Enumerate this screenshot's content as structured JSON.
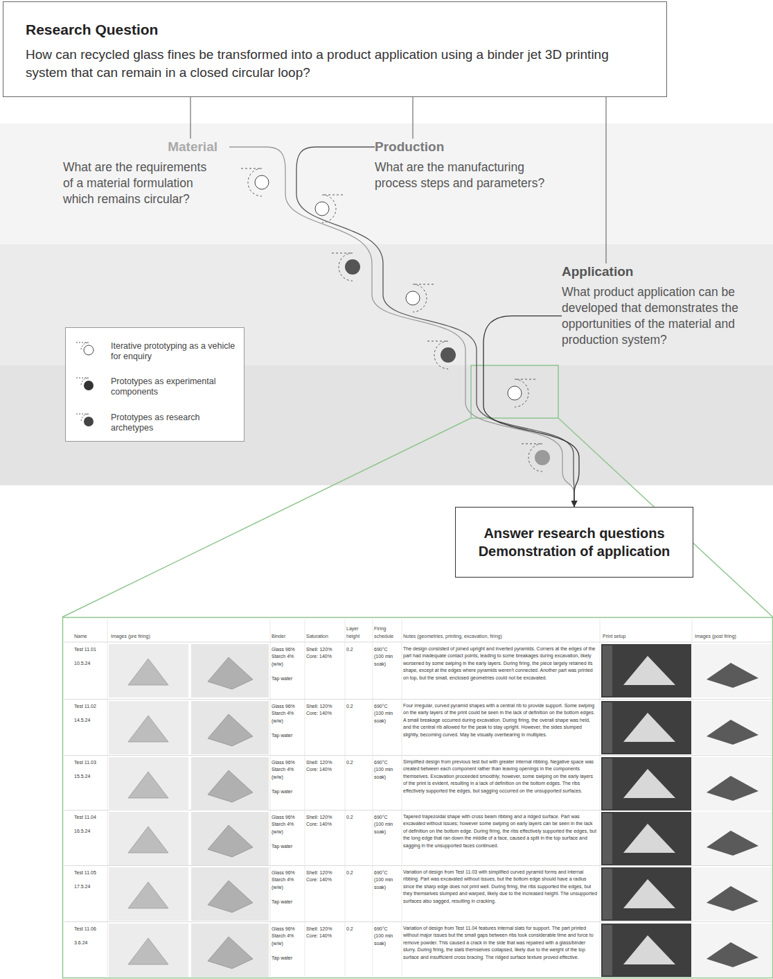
{
  "diagram": {
    "nodes": [
      {
        "text": [
          "Research Question",
          "How can recycled glass fines be transformed into a product application using a binder jet 3D printing system that can remain in a closed circular loop?"
        ]
      },
      {
        "text": [
          "Material",
          "What are the requirements of a material formulation which remains circular?"
        ]
      },
      {
        "text": [
          "Production",
          "What are the manufacturing process steps and parameters?"
        ]
      },
      {
        "text": [
          "Application",
          "What product application can be developed that demonstrates the opportunities of the material and production system?"
        ]
      },
      {
        "text": [
          "Answer research questions",
          "Demonstration of application"
        ]
      }
    ],
    "edges": [
      {
        "from": 0,
        "to": 1,
        "arrow": "none"
      },
      {
        "from": 0,
        "to": 2,
        "arrow": "none"
      },
      {
        "from": 0,
        "to": 3,
        "arrow": "none"
      },
      {
        "from": 1,
        "to": 4,
        "arrow": "to"
      },
      {
        "from": 2,
        "to": 4,
        "arrow": "to"
      },
      {
        "from": 3,
        "to": 4,
        "arrow": "to"
      }
    ],
    "labels": [
      "Name",
      "Images (pre firing)",
      "Binder",
      "Saturation",
      "Layer height",
      "Firing schedule",
      "Notes (geometries, printing, excavation, firing)",
      "Print setup",
      "Images (post firing)",
      "Test 11.01",
      "10.5.24",
      "Glass 96% Starch 4% (w/w)",
      "Tap water",
      "Shell: 120% Core: 140%",
      "0.2",
      "690°C (100 min soak)",
      "The design consisted of joined upright and inverted pyramids. Corners at the edges of the part had inadequate contact points, leading to some breakages during excavation, likely worsened by some swiping in the early layers. During firing, the piece largely retained its shape, except at the edges where pyramids weren't connected. Another part was printed on top, but the small, enclosed geometries could not be excavated.",
      "Test 11.02",
      "14.5.24",
      "Glass 96% Starch 4% (w/w)",
      "Tap water",
      "Shell: 120% Core: 140%",
      "0.2",
      "690°C (100 min soak)",
      "Four irregular, curved pyramid shapes with a central rib to provide support. Some swiping on the early layers of the print could be seen in the lack of definition on the bottom edges. A small breakage occurred during excavation. During firing, the overall shape was held, and the central rib allowed for the peak to stay upright. However, the sides slumped slightly, becoming curved. May be visually overbearing in multiples.",
      "Test 11.03",
      "15.5.24",
      "Glass 96% Starch 4% (w/w)",
      "Tap water",
      "Shell: 120% Core: 140%",
      "0.2",
      "690°C (100 min soak)",
      "Simplified design from previous test but with greater internal ribbing. Negative space was created between each component rather than leaving openings in the components themselves. Excavation proceeded smoothly; however, some swiping on the early layers of the print is evident, resulting in a lack of definition on the bottom edges. The ribs effectively supported the edges, but sagging occurred on the unsupported surfaces.",
      "Test 11.04",
      "16.5.24",
      "Glass 96% Starch 4% (w/w)",
      "Tap water",
      "Shell: 120% Core: 140%",
      "0.2",
      "690°C (100 min soak)",
      "Tapered trapezoidal shape with cross beam ribbing and a ridged surface. Part was excavated without issues; however some swiping on early layers can be seen in the lack of definition on the bottom edge. During firing, the ribs effectively supported the edges, but the long edge that ran down the middle of a face, caused a split in the top surface and sagging in the unsupported faces continued.",
      "Test 11.05",
      "17.5.24",
      "Glass 96% Starch 4% (w/w)",
      "Tap water",
      "Shell: 120% Core: 140%",
      "0.2",
      "690°C (100 min soak)",
      "Variation of design from Test 11.03 with simplified curved pyramid forms and internal ribbing. Part was excavated without issues, but the bottom edge should have a radius since the sharp edge does not print well. During firing, the ribs supported the edges, but they themselves slumped and warped, likely due to the increased height. The unsupported surfaces also sagged, resulting in cracking.",
      "Test 11.06",
      "3.6.24",
      "Glass 96% Starch 4% (w/w)",
      "Tap water",
      "Shell: 120% Core: 140%",
      "0.2",
      "690°C (100 min soak)",
      "Variation of design from Test 11.04 features internal slats for support. The part printed without major issues but the small gaps between ribs took considerable time and force to remove powder. This caused a crack in the side that was repaired with a glass/binder slurry. During firing, the slats themselves collapsed, likely due to the weight of the top surface and insufficient cross bracing. The ridged surface texture proved effective."
    ],
    "legend": [
      {
        "text": "Iterative prototyping as a vehicle for enquiry"
      },
      {
        "text": "Prototypes as experimental components"
      },
      {
        "text": "Prototypes as research archetypes"
      }
    ]
  }
}
